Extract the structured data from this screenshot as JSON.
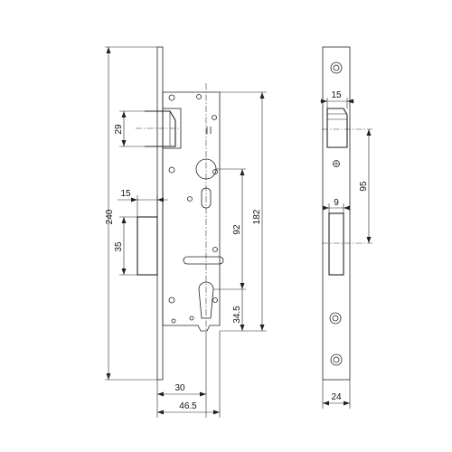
{
  "front_view": {
    "dim_overall_height": "240",
    "dim_latch_height": "29",
    "dim_bolt_width": "15",
    "dim_bolt_height": "35",
    "dim_handle_to_cylinder": "92",
    "dim_case_height": "182",
    "dim_cylinder_to_bottom": "34.5",
    "dim_backset": "30",
    "dim_total_depth": "46.5"
  },
  "side_view": {
    "dim_latch_width": "15",
    "dim_latch_to_bolt": "95",
    "dim_bolt_width": "9",
    "dim_faceplate_width": "24"
  },
  "colors": {
    "line": "#222222",
    "background": "#ffffff"
  }
}
